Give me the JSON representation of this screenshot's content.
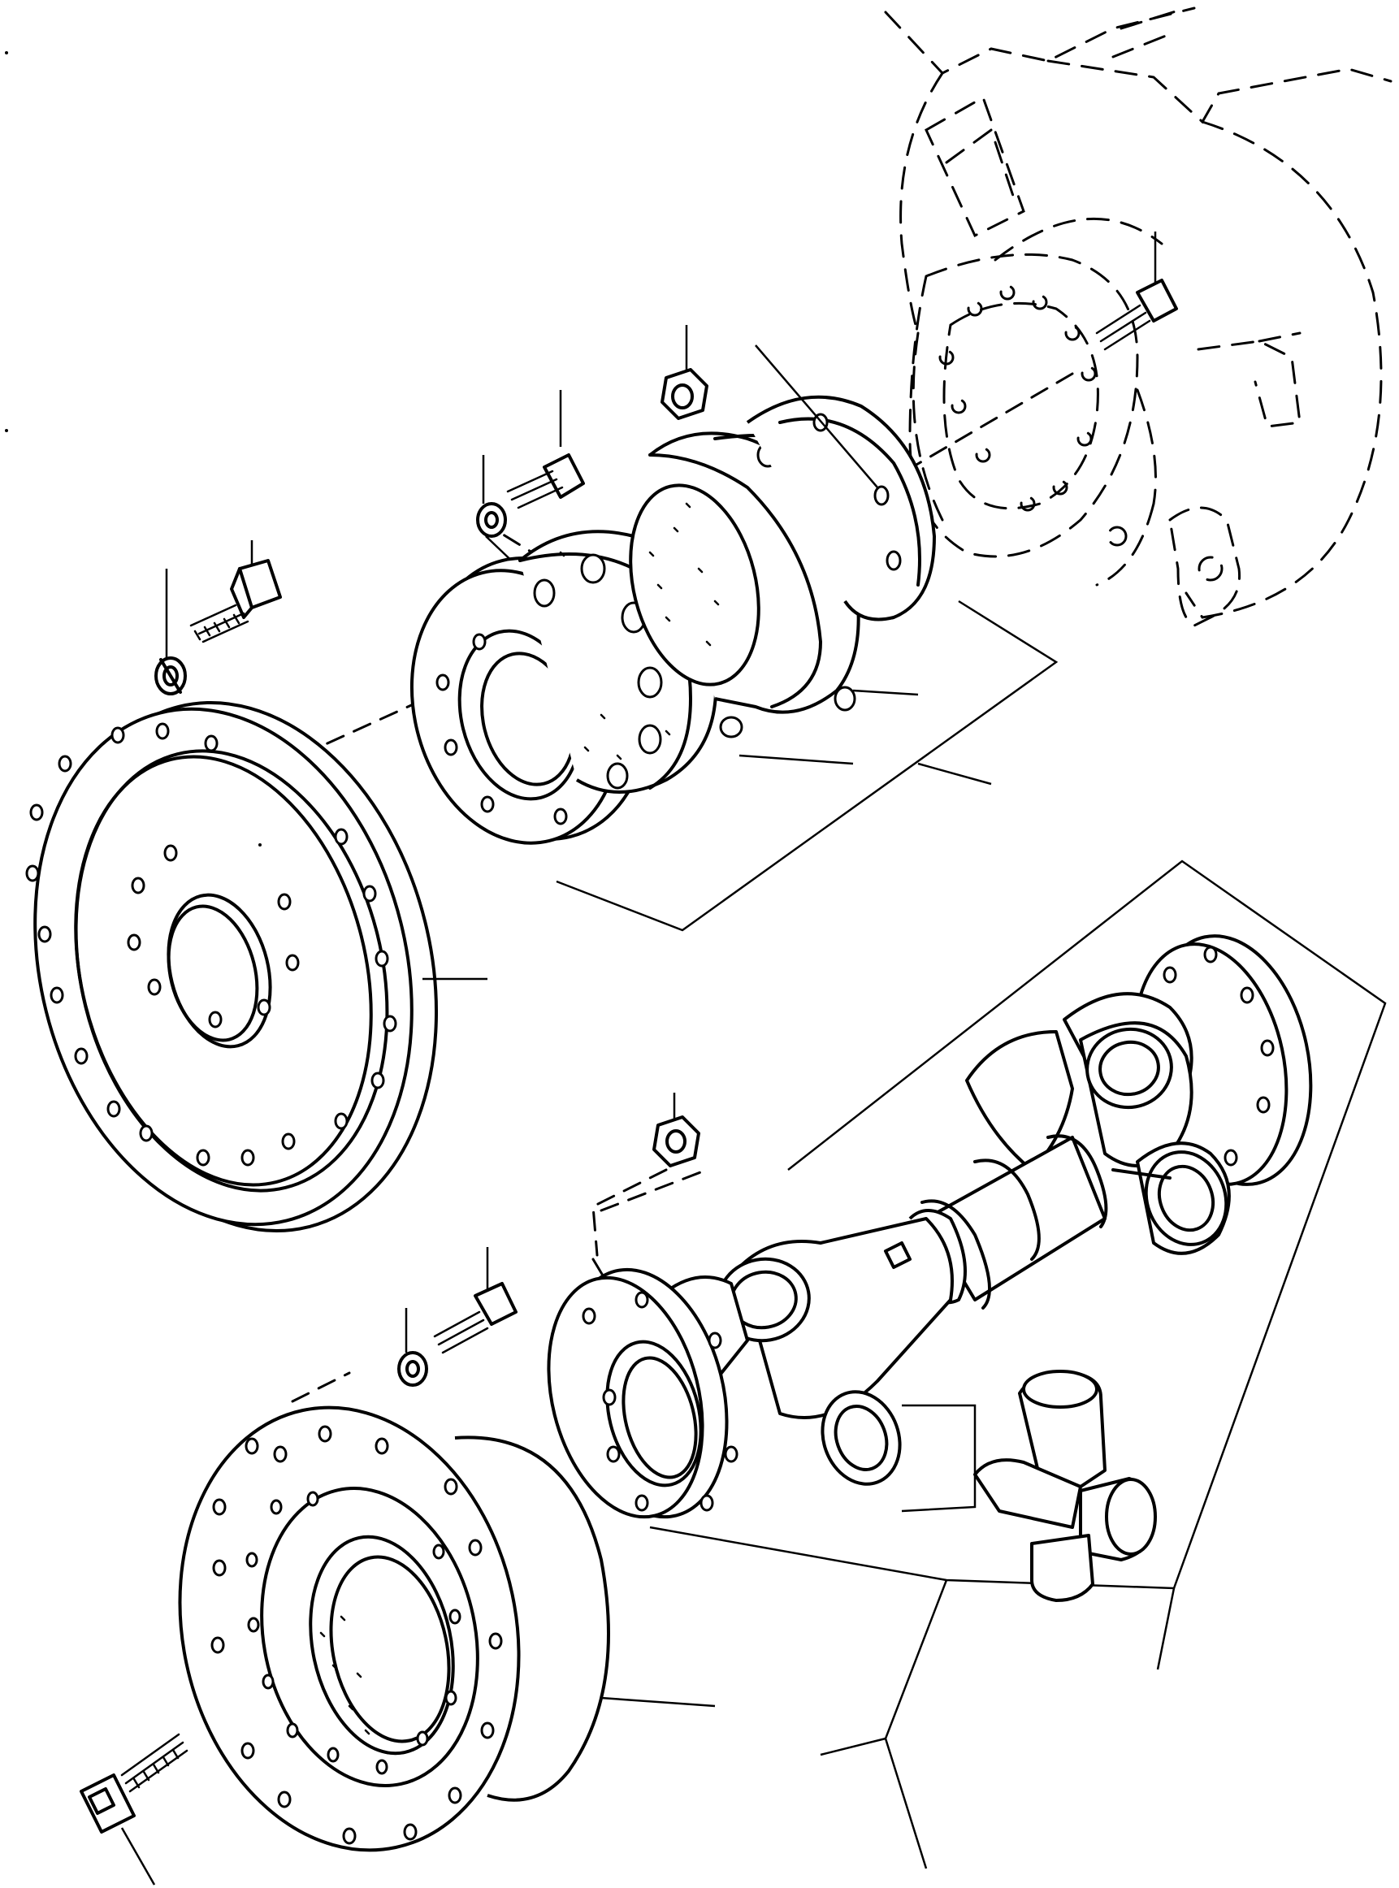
{
  "diagram": {
    "view": "exploded",
    "colors": {
      "ink": "#000000",
      "paper": "#ffffff"
    },
    "groups": [
      {
        "id": "flexible-coupling",
        "parts": [
          "flywheel-adapter-plate",
          "coupling-hub-flange",
          "rubber-element-front",
          "rubber-element-rear",
          "coupling-flange-rear"
        ]
      },
      {
        "id": "drive-shaft",
        "parts": [
          "universal-joint-front",
          "universal-joint-rear",
          "shaft-tube",
          "spider-cross"
        ]
      }
    ],
    "fasteners": [
      "cap-screw",
      "lock-washer",
      "lock-nut",
      "socket-head-screw"
    ],
    "reference": "engine-flywheel-housing"
  }
}
